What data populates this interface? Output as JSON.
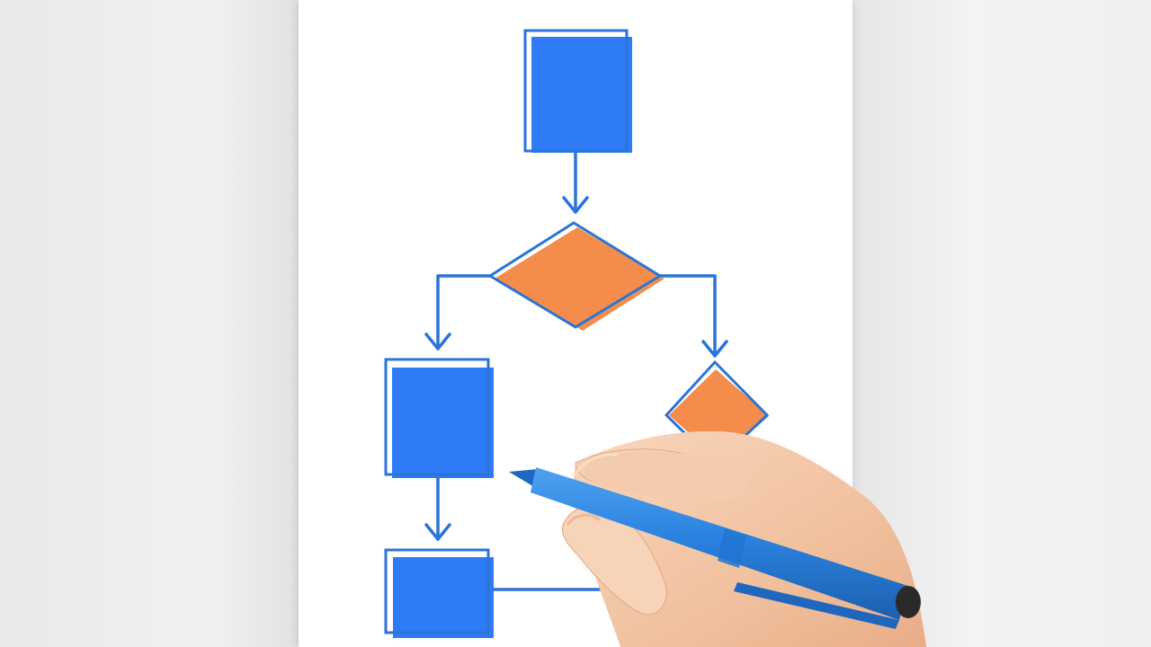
{
  "diagram": {
    "type": "flowchart",
    "colors": {
      "process_fill": "#2f7bf6",
      "decision_fill": "#f48c4c",
      "line": "#2a74d8",
      "paper": "#ffffff",
      "background": "#eeeeee",
      "pen_body": "#2b83e0",
      "skin": "#f3c7a6"
    },
    "nodes": [
      {
        "id": "start-box",
        "shape": "process",
        "label": ""
      },
      {
        "id": "decision-main",
        "shape": "decision",
        "label": ""
      },
      {
        "id": "left-box",
        "shape": "process",
        "label": ""
      },
      {
        "id": "right-decision",
        "shape": "decision",
        "label": ""
      },
      {
        "id": "bottom-box",
        "shape": "process",
        "label": ""
      }
    ],
    "edges": [
      {
        "from": "start-box",
        "to": "decision-main"
      },
      {
        "from": "decision-main",
        "to": "left-box"
      },
      {
        "from": "decision-main",
        "to": "right-decision"
      },
      {
        "from": "left-box",
        "to": "bottom-box"
      },
      {
        "from": "bottom-box",
        "to": "right-decision"
      }
    ],
    "decorations": [
      "hand",
      "marker-pen"
    ]
  }
}
